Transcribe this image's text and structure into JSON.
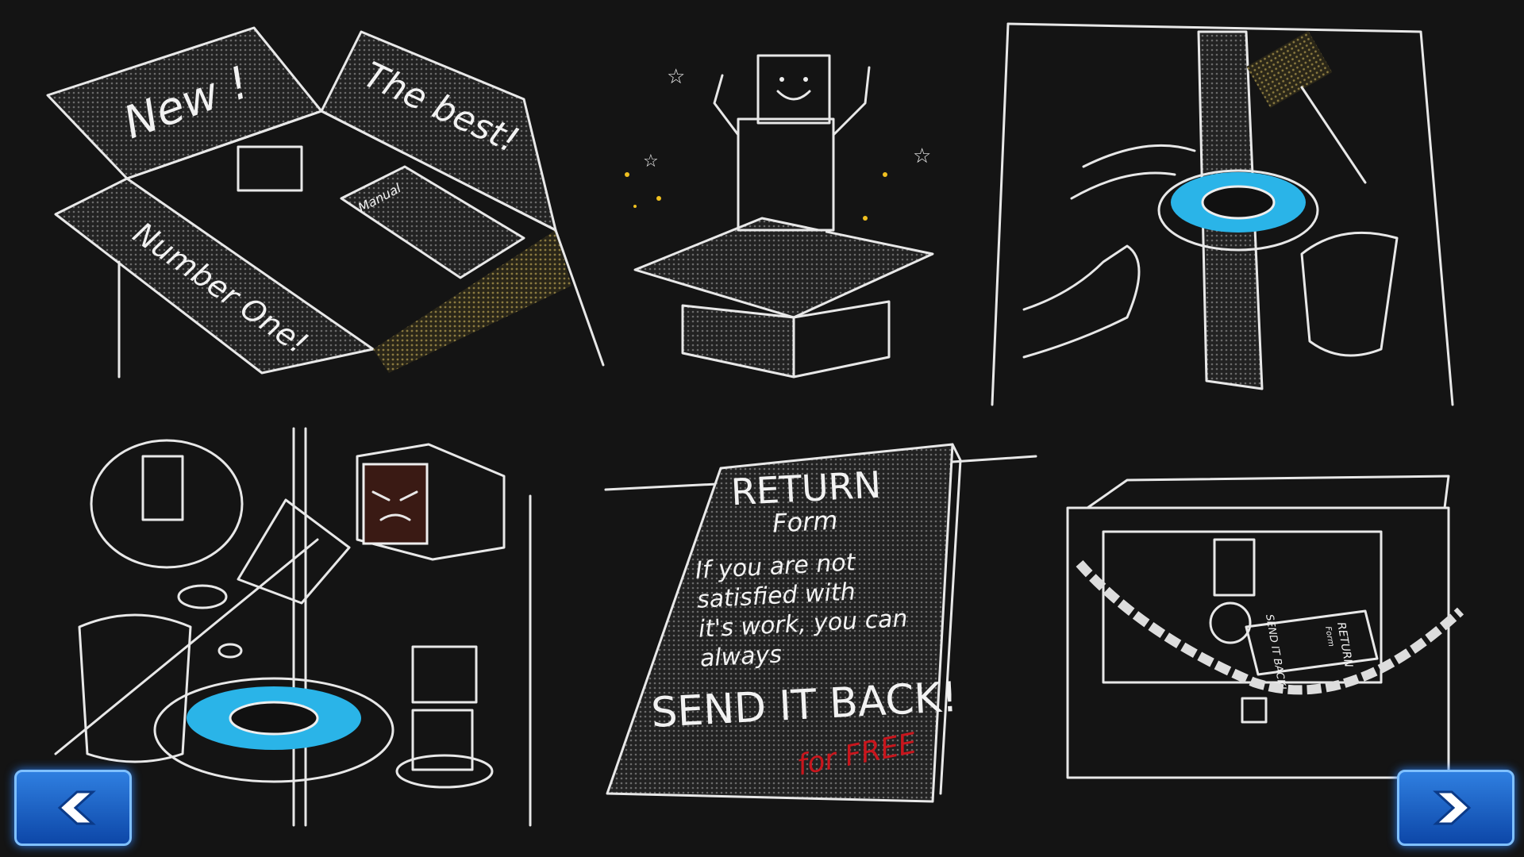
{
  "panels": [
    {
      "name": "unboxing",
      "labels": {
        "new": "New !",
        "best": "The best!",
        "number_one": "Number One!",
        "manual": "Manual"
      }
    },
    {
      "name": "robot-pops-out"
    },
    {
      "name": "robot-vacuum-cleaning"
    },
    {
      "name": "angry-appliances"
    },
    {
      "name": "return-form",
      "title": "RETURN",
      "subtitle": "Form",
      "body": [
        "If you are not",
        "satisfied with",
        "it's work, you can",
        "always"
      ],
      "cta": "SEND IT BACK!",
      "note": "for FREE"
    },
    {
      "name": "locked-safe",
      "mini_form": {
        "title": "RETURN",
        "subtitle": "Form",
        "cta": "SEND IT BACK!"
      }
    }
  ],
  "colors": {
    "accent": "#2ab4e8",
    "button": "#1a5fc8",
    "note": "#c8161d",
    "spark": "#f0c020"
  },
  "nav": {
    "prev_icon": "chevron-left-icon",
    "next_icon": "chevron-right-icon"
  }
}
